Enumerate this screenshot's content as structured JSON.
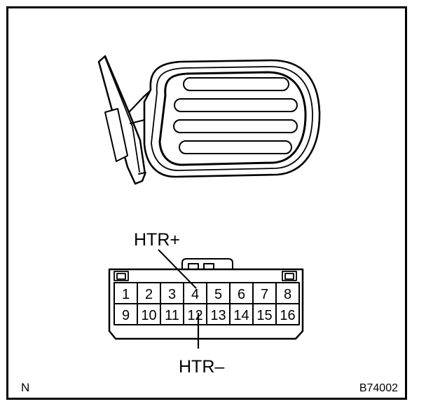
{
  "diagram": {
    "labels": {
      "htr_plus": "HTR+",
      "htr_minus": "HTR–",
      "view_mark": "N",
      "figure_code": "B74002"
    },
    "connector": {
      "top_row_pins": [
        "1",
        "2",
        "3",
        "4",
        "5",
        "6",
        "7",
        "8"
      ],
      "bottom_row_pins": [
        "9",
        "10",
        "11",
        "12",
        "13",
        "14",
        "15",
        "16"
      ]
    }
  }
}
